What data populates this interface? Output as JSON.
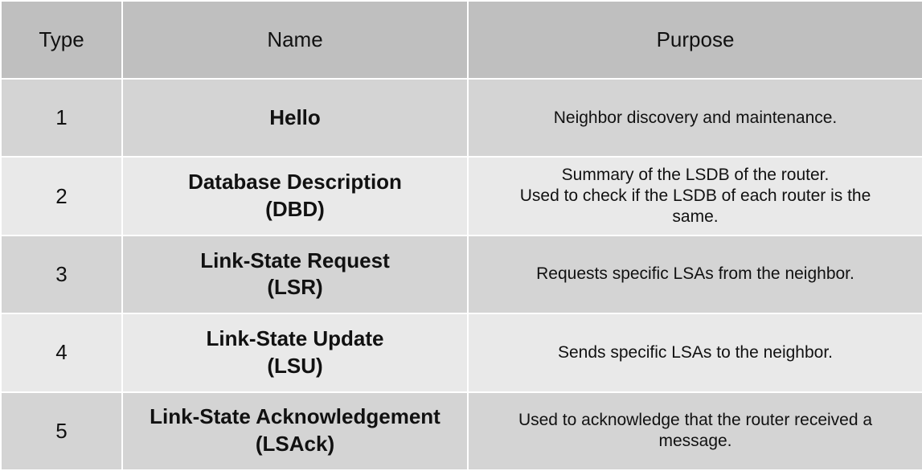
{
  "headers": {
    "type": "Type",
    "name": "Name",
    "purpose": "Purpose"
  },
  "rows": [
    {
      "type": "1",
      "name_lines": [
        "Hello"
      ],
      "purpose_lines": [
        "Neighbor discovery and maintenance."
      ]
    },
    {
      "type": "2",
      "name_lines": [
        "Database Description",
        "(DBD)"
      ],
      "purpose_lines": [
        "Summary of the LSDB of the router.",
        "Used to check if the LSDB of each router is the",
        "same."
      ]
    },
    {
      "type": "3",
      "name_lines": [
        "Link-State Request",
        "(LSR)"
      ],
      "purpose_lines": [
        "Requests specific LSAs from the neighbor."
      ]
    },
    {
      "type": "4",
      "name_lines": [
        "Link-State Update",
        "(LSU)"
      ],
      "purpose_lines": [
        "Sends specific LSAs to the neighbor."
      ]
    },
    {
      "type": "5",
      "name_lines": [
        "Link-State Acknowledgement",
        "(LSAck)"
      ],
      "purpose_lines": [
        "Used to acknowledge that the router received a",
        "message."
      ]
    }
  ],
  "colors": {
    "header_bg": "#bfbfbf",
    "row_dark_bg": "#d4d4d4",
    "row_light_bg": "#e9e9e9",
    "border": "#ffffff",
    "text": "#111111"
  }
}
